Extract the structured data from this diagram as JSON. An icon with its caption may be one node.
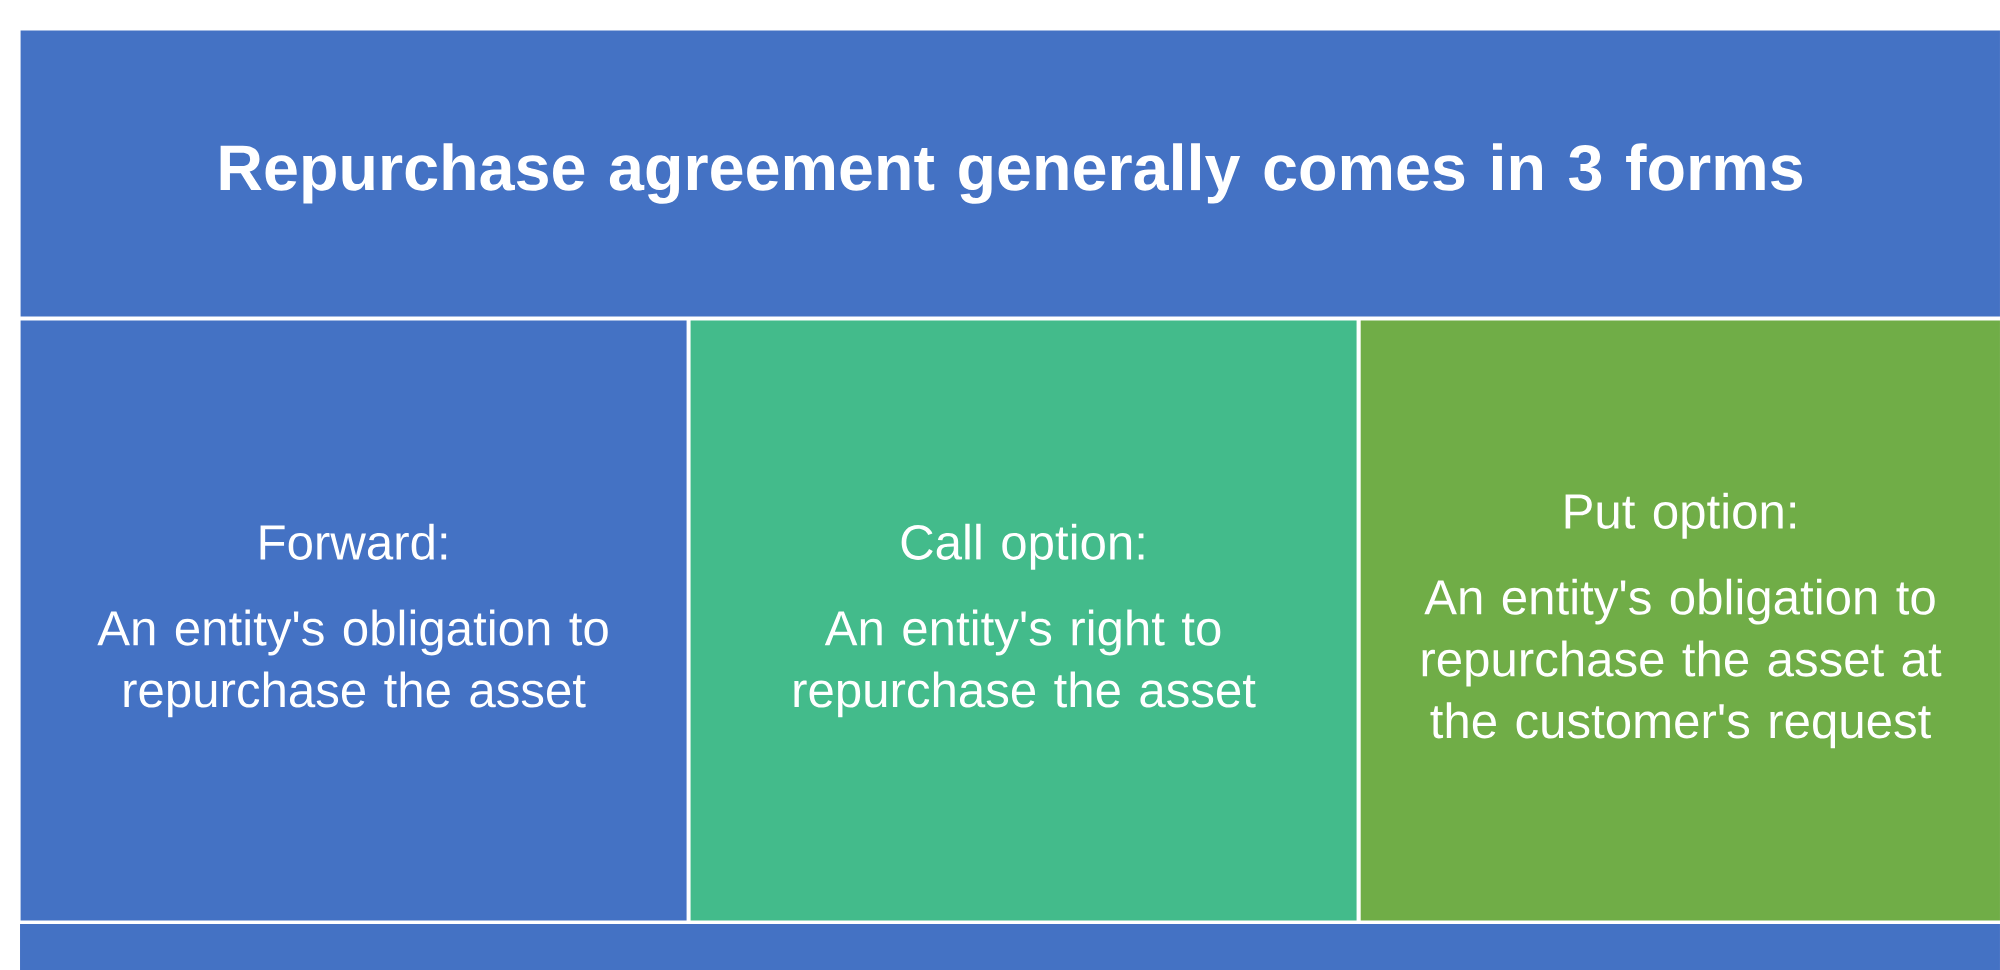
{
  "diagram": {
    "title": "Repurchase agreement generally comes in 3 forms",
    "nodes": [
      {
        "text": [
          "Forward:",
          "An entity's obligation to repurchase the asset"
        ]
      },
      {
        "text": [
          "Call option:",
          "An entity's right to repurchase the asset"
        ]
      },
      {
        "text": [
          "Put option:",
          "An entity's obligation to repurchase the asset at the customer's request"
        ]
      }
    ]
  }
}
